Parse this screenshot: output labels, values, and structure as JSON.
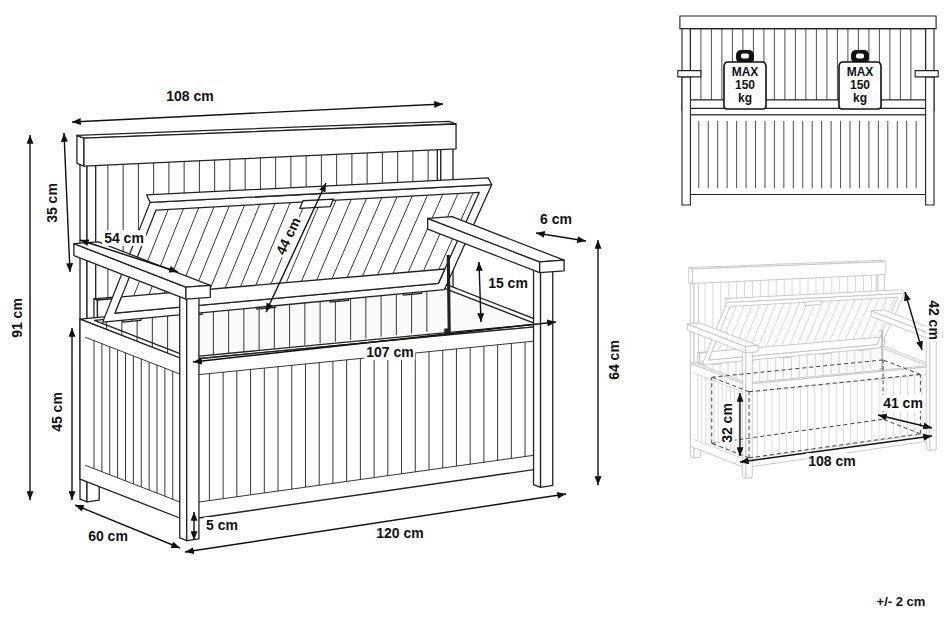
{
  "diagram": {
    "nodes": [
      {
        "text": [
          "MAX 150 kg"
        ]
      },
      {
        "text": [
          "MAX 150 kg"
        ]
      }
    ],
    "labels": [
      "108 cm",
      "35 cm",
      "91 cm",
      "54 cm",
      "44 cm",
      "6 cm",
      "15 cm",
      "107 cm",
      "64 cm",
      "45 cm",
      "60 cm",
      "5 cm",
      "120 cm",
      "42 cm",
      "32 cm",
      "41 cm",
      "108 cm",
      "+/- 2 cm"
    ]
  }
}
